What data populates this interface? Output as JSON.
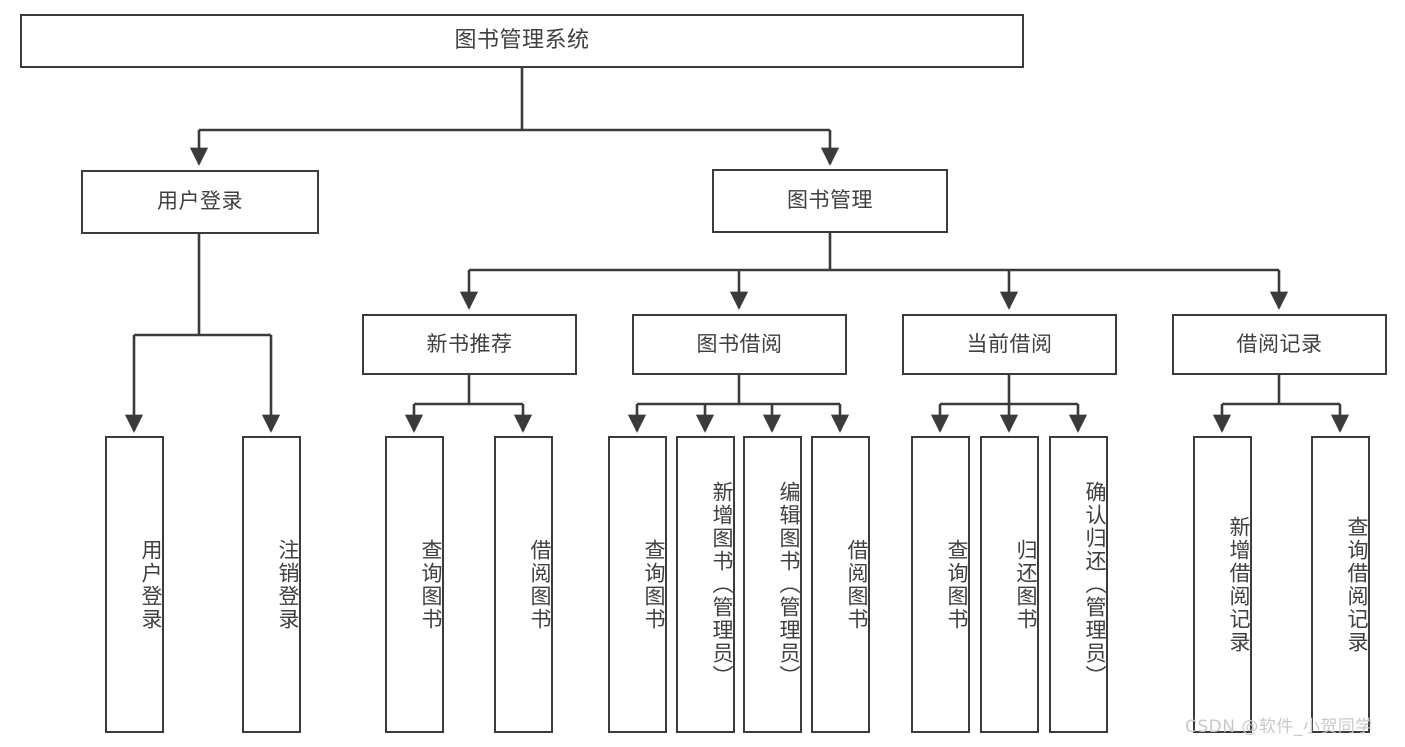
{
  "diagram": {
    "title": "图书管理系统",
    "type": "tree-hierarchy-chart",
    "watermark": "CSDN @软件_小贺同学",
    "colors": {
      "stroke": "#3b3b3b",
      "text": "#404040",
      "background": "#ffffff",
      "watermark": "#c9c9c9"
    },
    "nodes": {
      "root": {
        "label": "图书管理系统"
      },
      "level2": [
        {
          "label": "用户登录"
        },
        {
          "label": "图书管理"
        }
      ],
      "level3": [
        {
          "label": "新书推荐"
        },
        {
          "label": "图书借阅"
        },
        {
          "label": "当前借阅"
        },
        {
          "label": "借阅记录"
        }
      ],
      "leaves_user_login": [
        {
          "label": "用户登录"
        },
        {
          "label": "注销登录"
        }
      ],
      "leaves_new_book": [
        {
          "label": "查询图书"
        },
        {
          "label": "借阅图书"
        }
      ],
      "leaves_borrow_book": [
        {
          "label": "查询图书"
        },
        {
          "label": "新增图书（管理员）"
        },
        {
          "label": "编辑图书（管理员）"
        },
        {
          "label": "借阅图书"
        }
      ],
      "leaves_current_borrow": [
        {
          "label": "查询图书"
        },
        {
          "label": "归还图书"
        },
        {
          "label": "确认归还（管理员）"
        }
      ],
      "leaves_borrow_record": [
        {
          "label": "新增借阅记录"
        },
        {
          "label": "查询借阅记录"
        }
      ]
    }
  }
}
